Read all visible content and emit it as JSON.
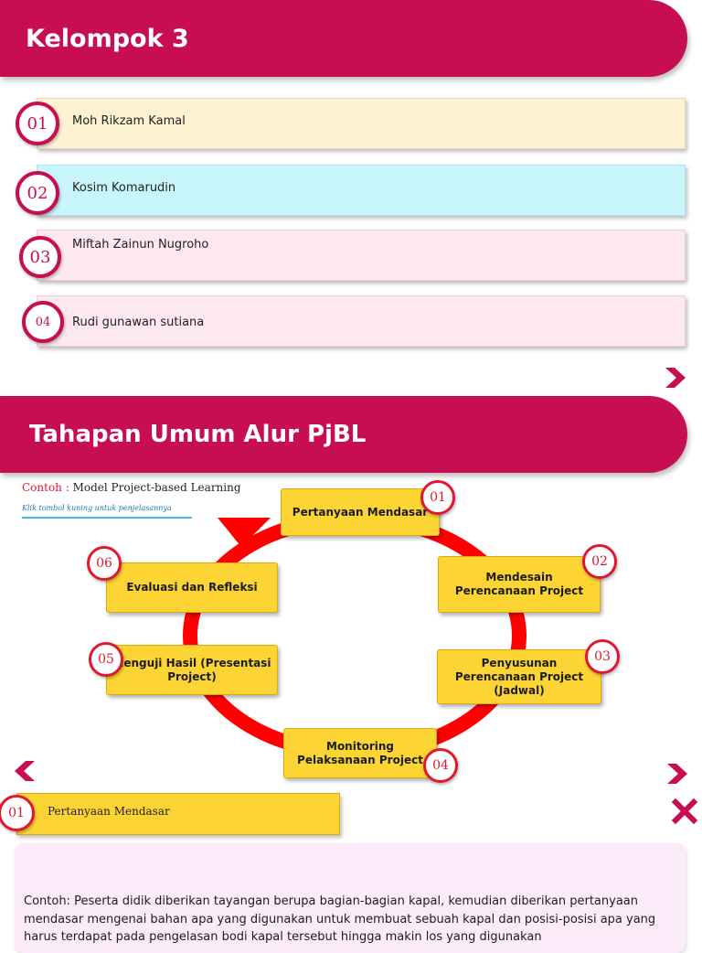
{
  "section1": {
    "title": "Kelompok 3",
    "members": [
      {
        "num": "01",
        "name": "Moh Rikzam Kamal",
        "color": "#fdf3d3"
      },
      {
        "num": "02",
        "name": "Kosim Komarudin",
        "color": "#c9f6fb"
      },
      {
        "num": "03",
        "name": "Miftah Zainun Nugroho",
        "color": "#fde9ed"
      },
      {
        "num": "04",
        "name": "Rudi gunawan sutiana",
        "color": "#fde9ed"
      }
    ],
    "next_icon": "chevron-right-icon"
  },
  "section2": {
    "title": "Tahapan Umum Alur PjBL",
    "contoh_label": "Contoh",
    "contoh_sep": " : ",
    "contoh_value": "Model Project-based Learning",
    "hint": "Klik tombol kuning untuk penjelasannya",
    "steps": [
      {
        "num": "01",
        "label": "Pertanyaan Mendasar"
      },
      {
        "num": "02",
        "label": "Mendesain Perencanaan Project"
      },
      {
        "num": "03",
        "label": "Penyusunan Perencanaan Project (Jadwal)"
      },
      {
        "num": "04",
        "label": "Monitoring Pelaksanaan Project"
      },
      {
        "num": "05",
        "label": "Menguji Hasil (Presentasi Project)"
      },
      {
        "num": "06",
        "label": "Evaluasi dan Refleksi"
      }
    ],
    "prev_icon": "chevron-left-icon",
    "next_icon": "chevron-right-icon"
  },
  "section3": {
    "num": "01",
    "title": "Pertanyaan Mendasar",
    "close_icon": "close-icon",
    "body_line1": "Contoh: Peserta didik diberikan tayangan berupa bagian-bagian kapal,  kemudian diberikan pertanyaan",
    "body_line2": "mendasar mengenai bahan apa yang digunakan untuk membuat sebuah kapal dan posisi-posisi apa yang",
    "body_line3": "harus terdapat pada pengelasan bodi kapal tersebut hingga makin los yang digunakan"
  },
  "colors": {
    "brand": "#c80e52",
    "step_fill": "#fcd535",
    "step_ring": "#e0172f",
    "cycle_arrow": "#ff0000",
    "content_bg": "#fcecfa"
  }
}
